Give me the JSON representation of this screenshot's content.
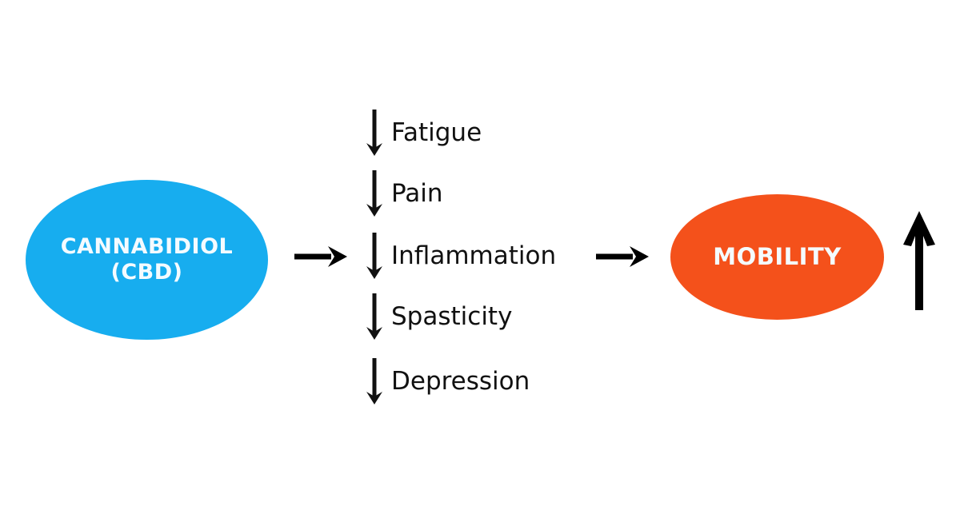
{
  "diagram": {
    "title": "Cannabidiol (CBD) effects leading to improved mobility",
    "background_color": "#ffffff"
  },
  "nodes": {
    "source": {
      "id": "cannabidiol",
      "line1": "CANNABIDIOL",
      "line2": "(CBD)",
      "shape": "ellipse",
      "fill_color": "#17ADEF",
      "text_color": "#f4fbff"
    },
    "target": {
      "id": "mobility",
      "label": "MOBILITY",
      "shape": "ellipse",
      "fill_color": "#F4511B",
      "text_color": "#f4fbff"
    }
  },
  "symptoms": {
    "direction_icon": "down-arrow-icon",
    "text_color": "#111111",
    "items": [
      {
        "label": "Fatigue",
        "change": "decrease"
      },
      {
        "label": "Pain",
        "change": "decrease"
      },
      {
        "label": "Inflammation",
        "change": "decrease"
      },
      {
        "label": "Spasticity",
        "change": "decrease"
      },
      {
        "label": "Depression",
        "change": "decrease"
      }
    ]
  },
  "connectors": [
    {
      "id": "cbd-to-symptoms",
      "icon": "right-arrow-icon",
      "color": "#000000"
    },
    {
      "id": "symptoms-to-mobility",
      "icon": "right-arrow-icon",
      "color": "#000000"
    },
    {
      "id": "mobility-increase",
      "icon": "up-arrow-icon",
      "color": "#000000",
      "meaning": "increase"
    }
  ]
}
